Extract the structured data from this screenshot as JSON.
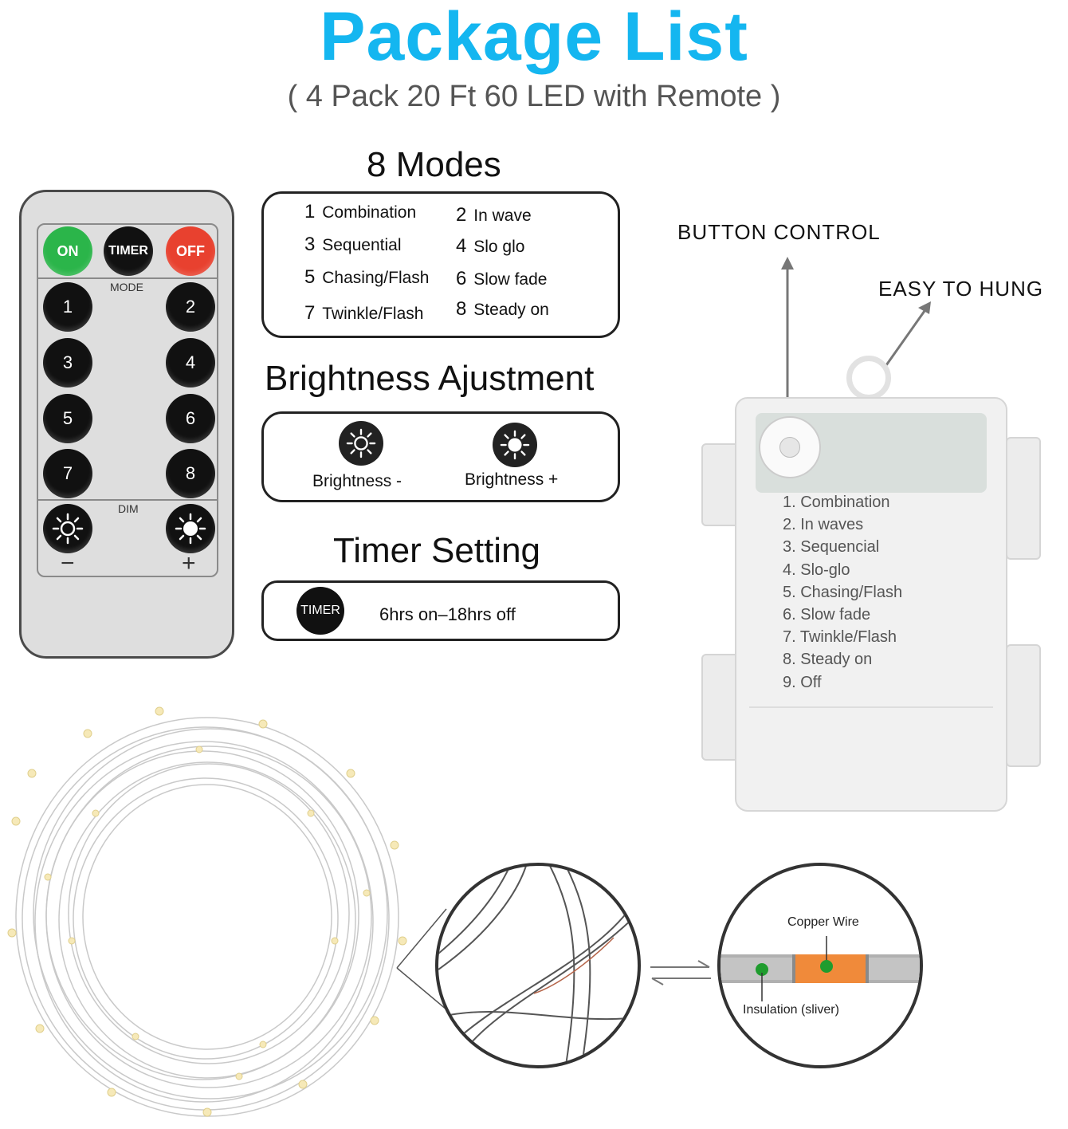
{
  "header": {
    "title": "Package List",
    "subtitle": "( 4 Pack 20 Ft 60 LED with Remote )"
  },
  "remote": {
    "on_label": "ON",
    "timer_label": "TIMER",
    "off_label": "OFF",
    "mode_label": "MODE",
    "number_buttons": [
      "1",
      "2",
      "3",
      "4",
      "5",
      "6",
      "7",
      "8"
    ],
    "dim_label": "DIM",
    "minus_label": "−",
    "plus_label": "+"
  },
  "modes": {
    "heading": "8 Modes",
    "items": [
      {
        "num": "1",
        "label": "Combination"
      },
      {
        "num": "2",
        "label": "In wave"
      },
      {
        "num": "3",
        "label": "Sequential"
      },
      {
        "num": "4",
        "label": "Slo glo"
      },
      {
        "num": "5",
        "label": "Chasing/Flash"
      },
      {
        "num": "6",
        "label": "Slow fade"
      },
      {
        "num": "7",
        "label": "Twinkle/Flash"
      },
      {
        "num": "8",
        "label": "Steady on"
      }
    ]
  },
  "brightness": {
    "heading": "Brightness Ajustment",
    "minus_label": "Brightness -",
    "plus_label": "Brightness +"
  },
  "timer": {
    "heading": "Timer Setting",
    "button_label": "TIMER",
    "description": "6hrs on–18hrs off"
  },
  "battery_box": {
    "button_control_label": "BUTTON CONTROL",
    "easy_to_hung_label": "EASY TO HUNG",
    "list": [
      "1. Combination",
      "2. In waves",
      "3. Sequencial",
      "4. Slo-glo",
      "5. Chasing/Flash",
      "6. Slow fade",
      "7. Twinkle/Flash",
      "8. Steady on",
      "9. Off"
    ]
  },
  "wire": {
    "copper_label": "Copper Wire",
    "insulation_label": "Insulation (sliver)"
  },
  "colors": {
    "title": "#14b6f0",
    "on_button": "#2bb54a",
    "off_button": "#e8412f",
    "copper": "#f08a3a",
    "insulation": "#a9a9a9",
    "dot": "#1f9c2e"
  }
}
